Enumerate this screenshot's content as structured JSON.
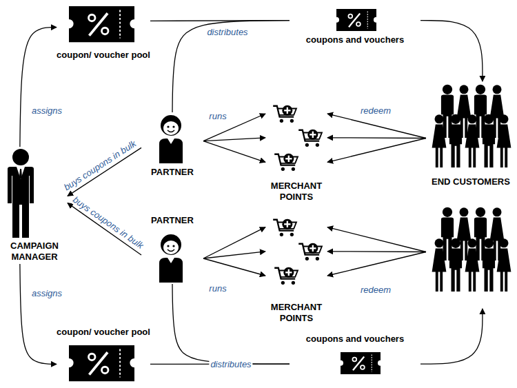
{
  "diagram": {
    "nodes": [
      {
        "text": [
          "coupon/ voucher pool"
        ]
      },
      {
        "text": [
          "coupons and vouchers"
        ]
      },
      {
        "text": [
          "PARTNER"
        ]
      },
      {
        "text": [
          "MERCHANT POINTS"
        ]
      },
      {
        "text": [
          "END CUSTOMERS"
        ]
      },
      {
        "text": [
          "CAMPAIGN MANAGER"
        ]
      },
      {
        "text": [
          "PARTNER"
        ]
      },
      {
        "text": [
          "MERCHANT POINTS"
        ]
      },
      {
        "text": [
          "coupon/ voucher pool"
        ]
      },
      {
        "text": [
          "coupons and vouchers"
        ]
      }
    ],
    "edges": [
      {
        "from": 5,
        "to": 0,
        "label": "assigns",
        "arrow": "to"
      },
      {
        "from": 5,
        "to": 8,
        "label": "assigns",
        "arrow": "to"
      },
      {
        "from": 2,
        "to": 5,
        "label": "buys coupons in bulk",
        "arrow": "to"
      },
      {
        "from": 6,
        "to": 5,
        "label": "buys coupons in bulk",
        "arrow": "to"
      },
      {
        "from": 0,
        "to": 1,
        "arrow": "none"
      },
      {
        "from": 2,
        "to": 1,
        "label": "distributes",
        "arrow": "none"
      },
      {
        "from": 1,
        "to": 4,
        "arrow": "to"
      },
      {
        "from": 2,
        "to": 3,
        "label": "runs",
        "arrow": "to"
      },
      {
        "from": 4,
        "to": 3,
        "label": "redeem",
        "arrow": "to"
      },
      {
        "from": 6,
        "to": 7,
        "label": "runs",
        "arrow": "to"
      },
      {
        "from": 4,
        "to": 7,
        "label": "redeem",
        "arrow": "to"
      },
      {
        "from": 8,
        "to": 9,
        "arrow": "none"
      },
      {
        "from": 6,
        "to": 9,
        "label": "distributes",
        "arrow": "none"
      },
      {
        "from": 9,
        "to": 4,
        "arrow": "to"
      }
    ]
  }
}
